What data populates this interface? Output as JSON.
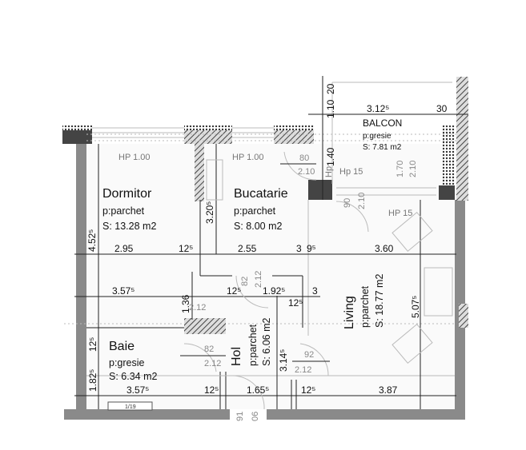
{
  "rooms": {
    "dormitor": {
      "name": "Dormitor",
      "floor": "p:parchet",
      "area": "S: 13.28 m2",
      "hp": "HP 1.00"
    },
    "bucatarie": {
      "name": "Bucatarie",
      "floor": "p:parchet",
      "area": "S: 8.00 m2",
      "hp": "HP 1.00"
    },
    "balcon": {
      "name": "BALCON",
      "floor": "p:gresie",
      "area": "S: 7.81 m2",
      "hp": "Hp 15",
      "hp_vertical": "Hp"
    },
    "living": {
      "name": "Living",
      "floor": "p:parchet",
      "area": "S: 18.77 m2",
      "hp": "HP 15"
    },
    "baie": {
      "name": "Baie",
      "floor": "p:gresie",
      "area": "S: 6.34 m2"
    },
    "hol": {
      "name": "Hol",
      "floor": "p:parchet",
      "area": "S: 6.06 m2"
    }
  },
  "dimensions": {
    "d452": "4.52⁵",
    "d295": "2.95",
    "d125a": "12⁵",
    "d320": "3.20⁵",
    "d255": "2.55",
    "d3a": "3",
    "d95": "9⁵",
    "d360": "3.60",
    "d3125": "3.12⁵",
    "d30": "30",
    "d110": "1.10",
    "d20": "20",
    "d140": "1.40",
    "d357a": "3.57⁵",
    "d125b": "12⁵",
    "d1925": "1.92⁵",
    "d3b": "3",
    "d125c": "12⁵",
    "d136": "1.36",
    "d5075": "5.07⁵",
    "d125d": "12⁵",
    "d1825": "1.82⁵",
    "d3145": "3.14⁵",
    "d357b": "3.57⁵",
    "d125e": "12⁵",
    "d1655": "1.65⁵",
    "d125f": "12⁵",
    "d387": "3.87"
  },
  "doors": {
    "buc_w": "80",
    "buc_h": "2.10",
    "bal_w": "90",
    "bal_h": "2.10",
    "win_h1": "1.70",
    "win_h2": "2.10",
    "k_w": "82",
    "k_h": "2.12",
    "hall_h": "2.12",
    "baie_w": "82",
    "baie_h": "2.12",
    "liv_w": "92",
    "liv_h": "2.12",
    "entry_w": "91",
    "entry_h": "06"
  },
  "misc": {
    "scale_label": "1/19"
  },
  "colors": {
    "wall": "#8a8a8a",
    "wall_dark": "#444444",
    "hatch": "#555555",
    "lines": "#222222"
  }
}
